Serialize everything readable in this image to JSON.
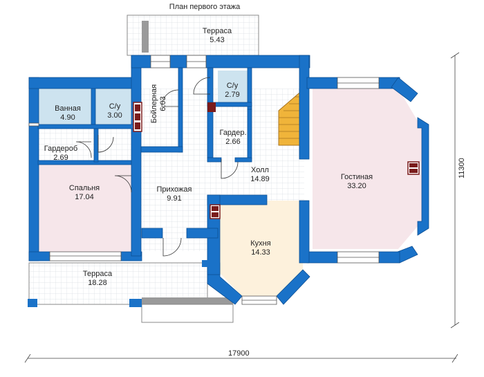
{
  "title": "План первого этажа",
  "dimensions": {
    "width": "17900",
    "height": "11300"
  },
  "rooms": [
    {
      "id": "terrace-top",
      "name": "Терраса",
      "area": "5.43"
    },
    {
      "id": "bathroom",
      "name": "Ванная",
      "area": "4.90"
    },
    {
      "id": "wc-left",
      "name": "С/у",
      "area": "3.00"
    },
    {
      "id": "boiler",
      "name": "Бойлерная",
      "area": "6.03"
    },
    {
      "id": "wc-center",
      "name": "С/у",
      "area": "2.79"
    },
    {
      "id": "garder-center",
      "name": "Гардер.",
      "area": "2.66"
    },
    {
      "id": "wardrobe",
      "name": "Гардероб",
      "area": "2.69"
    },
    {
      "id": "hall",
      "name": "Холл",
      "area": "14.89"
    },
    {
      "id": "living",
      "name": "Гостиная",
      "area": "33.20"
    },
    {
      "id": "bedroom",
      "name": "Спальня",
      "area": "17.04"
    },
    {
      "id": "entry",
      "name": "Прихожая",
      "area": "9.91"
    },
    {
      "id": "kitchen",
      "name": "Кухня",
      "area": "14.33"
    },
    {
      "id": "terrace-bottom",
      "name": "Терраса",
      "area": "18.28"
    }
  ],
  "colors": {
    "wall": "#1a72c8",
    "wall_edge": "#0d4f94",
    "floor_tile": "#ffffff",
    "grid_line": "#d8dde3",
    "bath_fill": "#cde3ef",
    "bedroom_fill": "#f6e6ea",
    "living_fill": "#f6e6ea",
    "kitchen_fill": "#fdf1dc",
    "chimney": "#7a1b1b",
    "stairs": "#f0b43a",
    "terrace_steps": "#9a9a9a"
  }
}
